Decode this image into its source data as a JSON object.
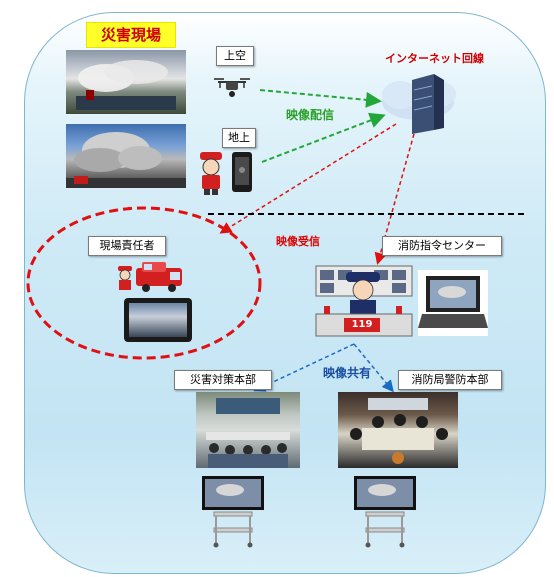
{
  "title": "災害現場",
  "labels": {
    "sky": "上空",
    "ground": "地上",
    "internet": "インターネット回線",
    "video_distribution": "映像配信",
    "video_reception": "映像受信",
    "site_manager": "現場責任者",
    "command_center": "消防指令センター",
    "video_sharing": "映像共有",
    "disaster_hq": "災害対策本部",
    "fire_hq": "消防局警防本部",
    "number_119": "119"
  },
  "colors": {
    "green_arrow": "#22a83a",
    "red_arrow": "#e01010",
    "blue_arrow": "#1a6bc4",
    "title_bg": "#ffff2a"
  }
}
